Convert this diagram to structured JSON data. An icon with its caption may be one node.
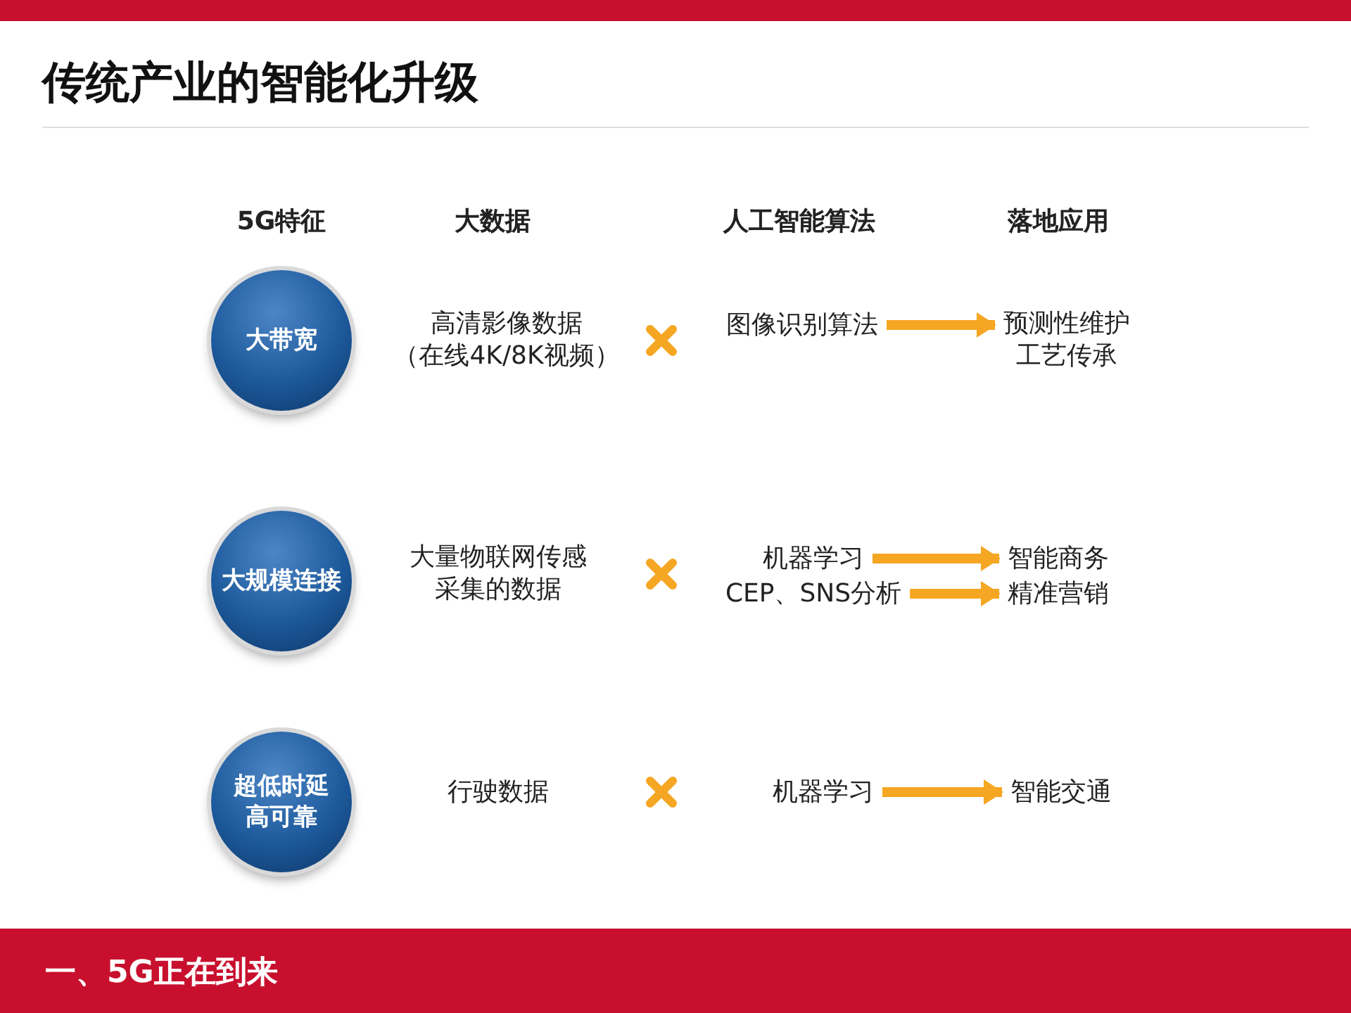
{
  "diagram": {
    "title": "传统产业的智能化升级",
    "caption": "一、5G正在到来",
    "nodes": [
      {
        "text": [
          "大带宽"
        ]
      },
      {
        "text": [
          "高清影像数据（在线4K/8K视频）"
        ]
      },
      {
        "text": [
          "图像识别算法"
        ]
      },
      {
        "text": [
          "预测性维护工艺传承"
        ]
      },
      {
        "text": [
          "大规模连接"
        ]
      },
      {
        "text": [
          "大量物联网传感采集的数据"
        ]
      },
      {
        "text": [
          "机器学习"
        ]
      },
      {
        "text": [
          "CEP、SNS分析"
        ]
      },
      {
        "text": [
          "智能商务"
        ]
      },
      {
        "text": [
          "精准营销"
        ]
      },
      {
        "text": [
          "超低时延高可靠"
        ]
      },
      {
        "text": [
          "行驶数据"
        ]
      },
      {
        "text": [
          "机器学习"
        ]
      },
      {
        "text": [
          "智能交通"
        ]
      }
    ],
    "edges": [
      {
        "from": 2,
        "to": 3,
        "arrow": "to"
      },
      {
        "from": 6,
        "to": 8,
        "arrow": "to"
      },
      {
        "from": 7,
        "to": 9,
        "arrow": "to"
      },
      {
        "from": 12,
        "to": 13,
        "arrow": "to"
      }
    ],
    "labels": [
      "5G特征",
      "大数据",
      "人工智能算法",
      "落地应用"
    ]
  }
}
